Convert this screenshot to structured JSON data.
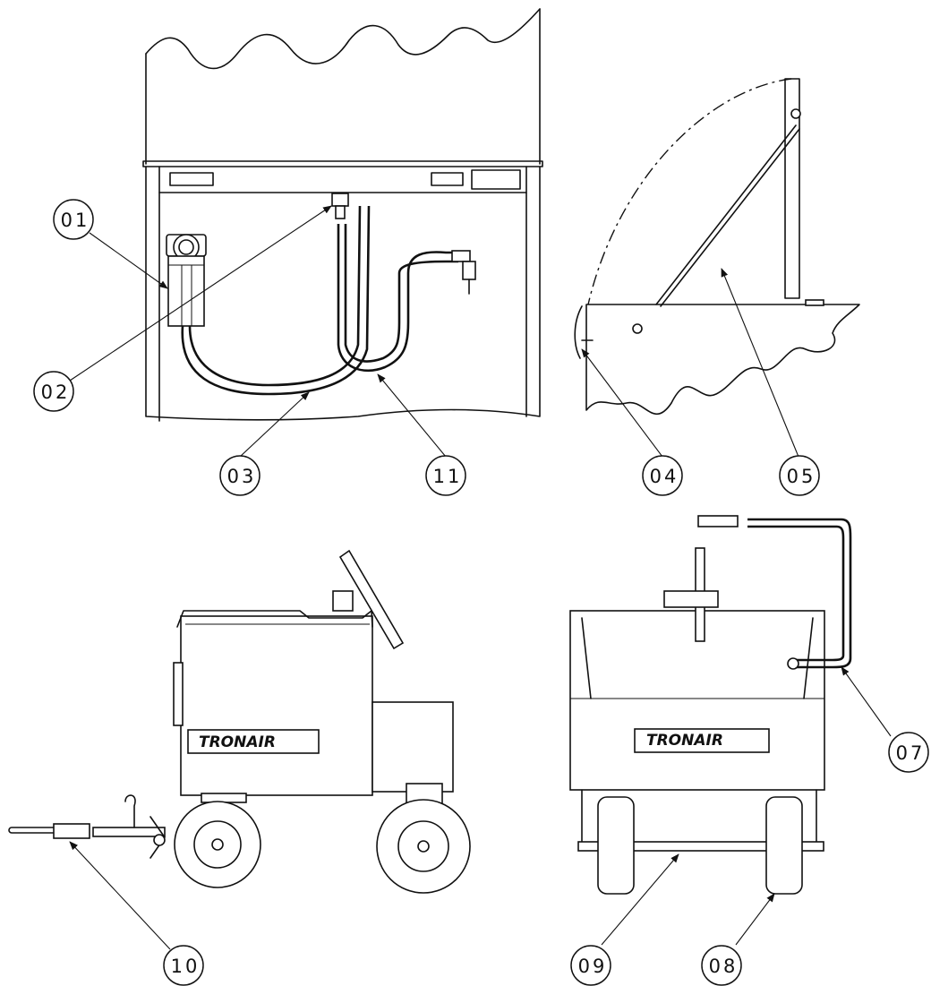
{
  "diagram": {
    "callouts": [
      {
        "id": "c01",
        "label": "01"
      },
      {
        "id": "c02",
        "label": "02"
      },
      {
        "id": "c03",
        "label": "03"
      },
      {
        "id": "c11",
        "label": "11"
      },
      {
        "id": "c04",
        "label": "04"
      },
      {
        "id": "c05",
        "label": "05"
      },
      {
        "id": "c07",
        "label": "07"
      },
      {
        "id": "c10",
        "label": "10"
      },
      {
        "id": "c09",
        "label": "09"
      },
      {
        "id": "c08",
        "label": "08"
      }
    ],
    "logo_text": "TRONAIR"
  }
}
